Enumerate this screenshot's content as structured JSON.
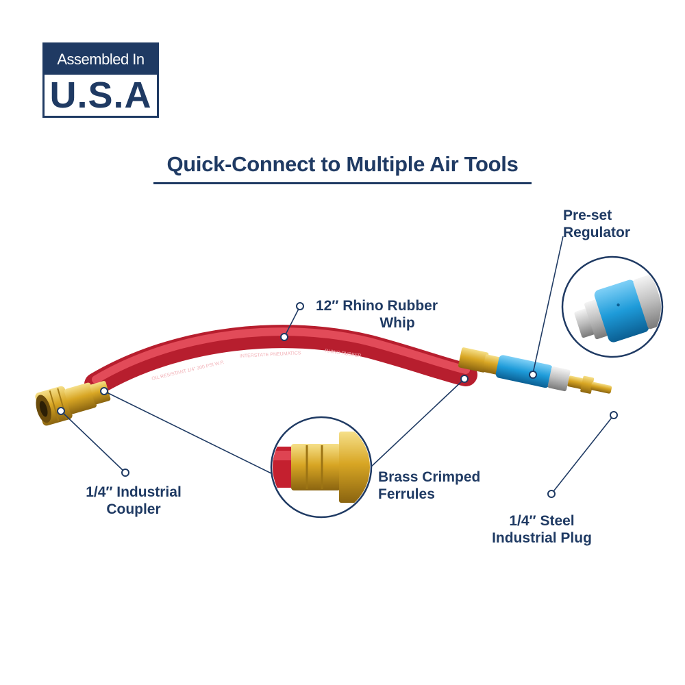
{
  "badge": {
    "top_text": "Assembled In",
    "bottom_text": "U.S.A"
  },
  "headline": "Quick-Connect to Multiple Air Tools",
  "hose_print": {
    "left": "OIL RESISTANT 1/4\" 300 PSI W.P.",
    "middle": "INTERSTATE PNEUMATICS",
    "right": "RHINO  RUBBER"
  },
  "callouts": {
    "regulator": {
      "line1": "Pre-set",
      "line2": "Regulator"
    },
    "whip": {
      "line1": "12″ Rhino Rubber",
      "line2": "Whip"
    },
    "coupler": {
      "line1": "1/4″ Industrial",
      "line2": "Coupler"
    },
    "ferrules": {
      "line1": "Brass Crimped",
      "line2": "Ferrules"
    },
    "plug": {
      "line1": "1/4″ Steel",
      "line2": "Industrial Plug"
    }
  },
  "colors": {
    "brand_navy": "#1f3a63",
    "hose_red": "#d52a3a",
    "brass": "#d8a624",
    "regulator_blue": "#1e9bd9"
  }
}
